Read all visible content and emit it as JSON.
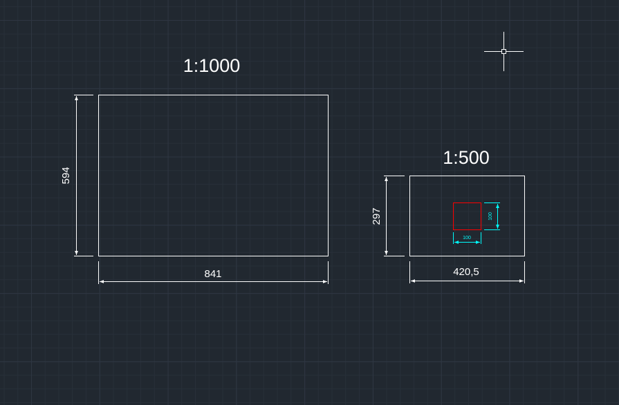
{
  "drawing": {
    "large_sheet": {
      "scale_label": "1:1000",
      "width_dim": "841",
      "height_dim": "594"
    },
    "small_sheet": {
      "scale_label": "1:500",
      "width_dim": "420,5",
      "height_dim": "297",
      "detail_width_dim": "100",
      "detail_height_dim": "100"
    }
  },
  "colors": {
    "background": "#212830",
    "geometry": "#ffffff",
    "detail_square": "#ff0000",
    "detail_dimension": "#00ffff"
  },
  "icons": [
    "crosshair-cursor-icon"
  ]
}
